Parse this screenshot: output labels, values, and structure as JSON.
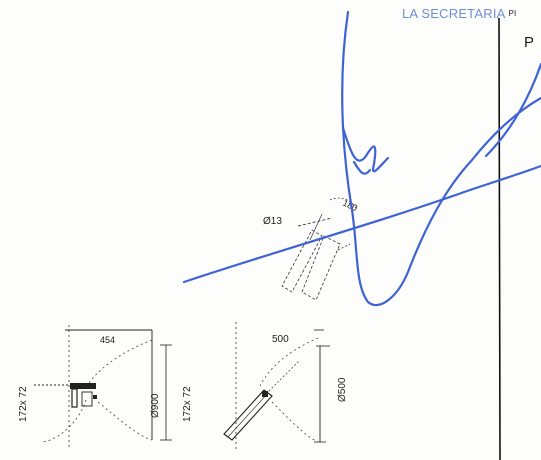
{
  "stamp": {
    "main": "LA SECRETARIA",
    "tail": "PI",
    "color": "#6f8fd6"
  },
  "stray_letter": "P",
  "ink_color": "#3d63d4",
  "drawings": {
    "top": {
      "diameter_label": "Ø13",
      "angle_label": "180"
    },
    "left": {
      "top_width": "454",
      "side_label": "172x 72",
      "inner_label": "172x 72",
      "diameter": "Ø900"
    },
    "right": {
      "radius": "500",
      "diameter": "Ø500"
    }
  }
}
